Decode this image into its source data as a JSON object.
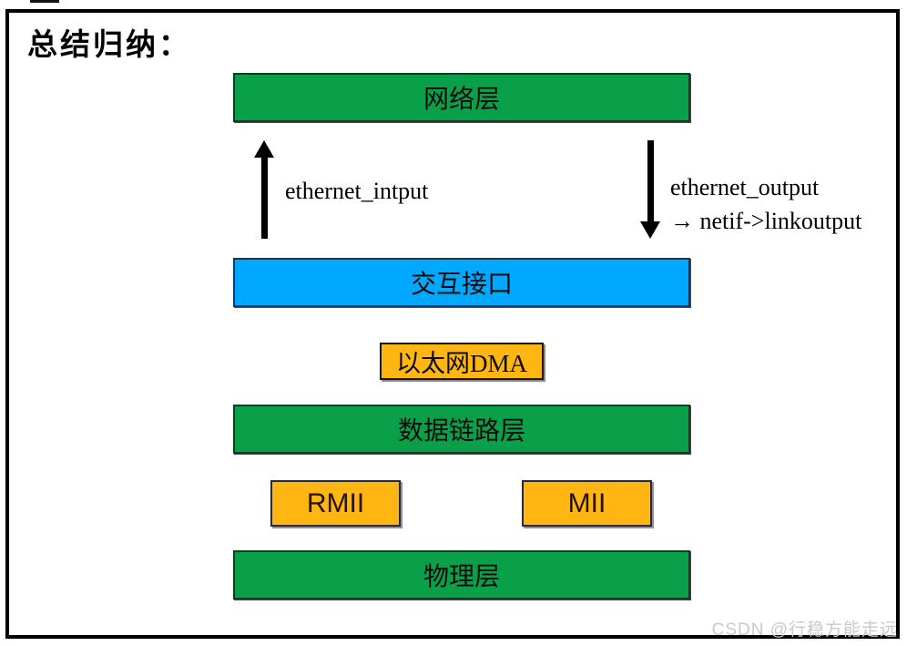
{
  "title": "总结归纳：",
  "colors": {
    "green": "#0aa04a",
    "blue": "#00a9ff",
    "orange": "#ffb612"
  },
  "diagram": {
    "network_layer": "网络层",
    "arrow_up_label": "ethernet_intput",
    "arrow_down_label_line1": "ethernet_output",
    "arrow_down_label_line2": "→ netif->linkoutput",
    "interface_box": "交互接口",
    "dma_box": "以太网DMA",
    "datalink_layer": "数据链路层",
    "rmii_box": "RMII",
    "mii_box": "MII",
    "physical_layer": "物理层"
  },
  "watermark": "CSDN @行稳方能走远"
}
